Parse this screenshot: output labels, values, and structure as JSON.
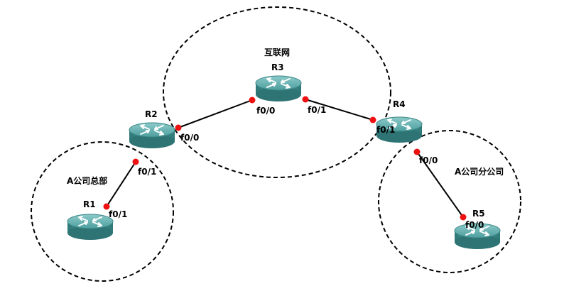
{
  "zones": {
    "internet": "互联网",
    "hq": "A公司总部",
    "branch": "A公司分公司"
  },
  "routers": {
    "r1": "R1",
    "r2": "R2",
    "r3": "R3",
    "r4": "R4",
    "r5": "R5"
  },
  "ports": {
    "r1_f01": "f0/1",
    "r2_f01": "f0/1",
    "r2_f00": "f0/0",
    "r3_f00": "f0/0",
    "r3_f01": "f0/1",
    "r4_f01": "f0/1",
    "r4_f00": "f0/0",
    "r5_f00": "f0/0"
  },
  "colors": {
    "router_body": "#3f8f8f",
    "router_top": "#6fb5b5",
    "port_dot": "#ee1111"
  }
}
